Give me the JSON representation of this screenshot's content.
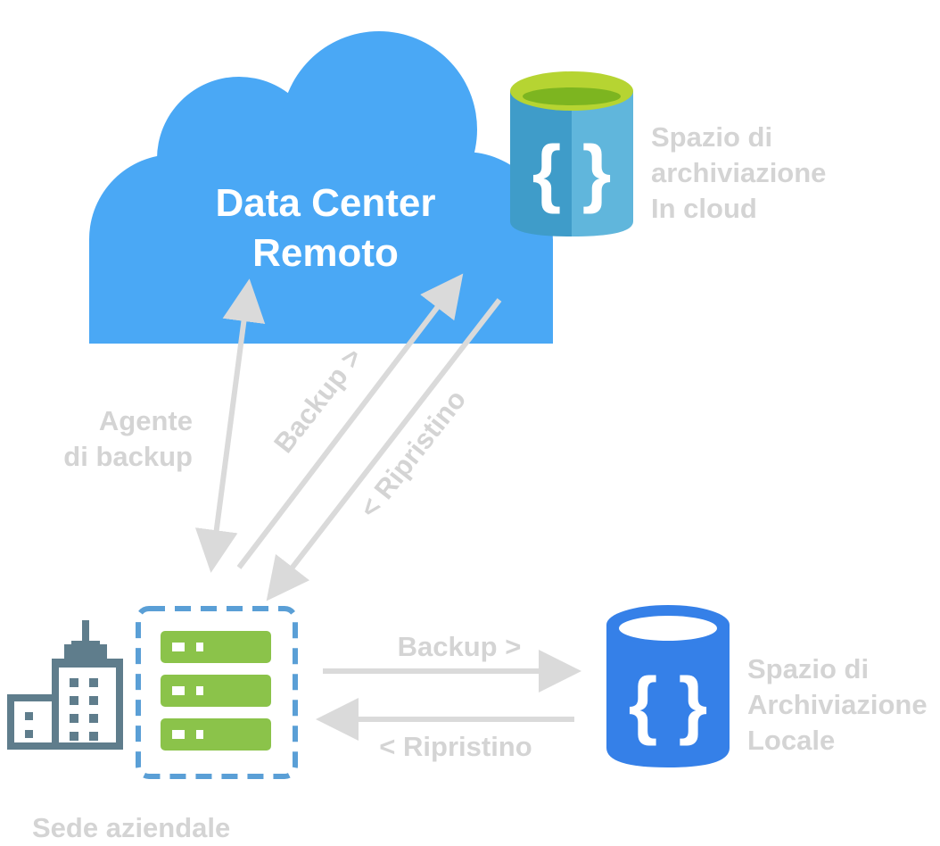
{
  "cloud": {
    "title_line1": "Data Center",
    "title_line2": "Remoto",
    "color": "#4aa8f5"
  },
  "cloud_storage": {
    "label_line1": "Spazio di",
    "label_line2": "archiviazione",
    "label_line3": "In cloud",
    "icon": "database-braces-icon",
    "colors": {
      "left": "#3f9cc9",
      "right": "#60b6dc",
      "top": "#b6d432"
    }
  },
  "local_storage": {
    "label_line1": "Spazio di",
    "label_line2": "Archiviazione",
    "label_line3": "Locale",
    "icon": "database-braces-icon",
    "color": "#3580e8"
  },
  "agent": {
    "label_line1": "Agente",
    "label_line2": "di backup"
  },
  "cloud_links": {
    "backup_label": "Backup >",
    "restore_label": "< Ripristino"
  },
  "local_links": {
    "backup_label": "Backup >",
    "restore_label": "< Ripristino"
  },
  "office": {
    "label": "Sede aziendale",
    "icon": "office-building-icon"
  },
  "server": {
    "icon": "server-rack-icon",
    "units": 3,
    "color": "#8bc34a"
  },
  "colors": {
    "arrow": "#dadada",
    "label": "#d4d4d4",
    "dashed_border": "#5a9fd6",
    "building": "#5f7d8c"
  }
}
